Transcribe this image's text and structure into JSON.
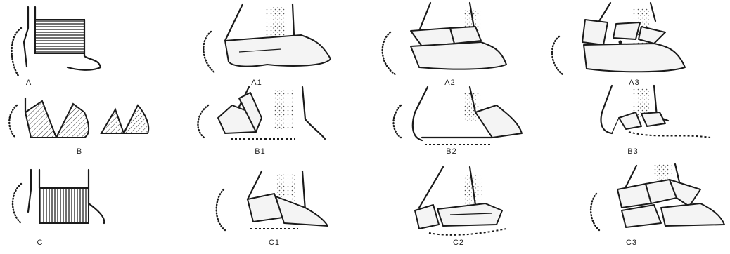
{
  "panels": [
    {
      "id": "A",
      "label": "A"
    },
    {
      "id": "A1",
      "label": "A1"
    },
    {
      "id": "A2",
      "label": "A2"
    },
    {
      "id": "A3",
      "label": "A3"
    },
    {
      "id": "B",
      "label": "B"
    },
    {
      "id": "B1",
      "label": "B1"
    },
    {
      "id": "B2",
      "label": "B2"
    },
    {
      "id": "B3",
      "label": "B3"
    },
    {
      "id": "C",
      "label": "C"
    },
    {
      "id": "C1",
      "label": "C1"
    },
    {
      "id": "C2",
      "label": "C2"
    },
    {
      "id": "C3",
      "label": "C3"
    }
  ]
}
